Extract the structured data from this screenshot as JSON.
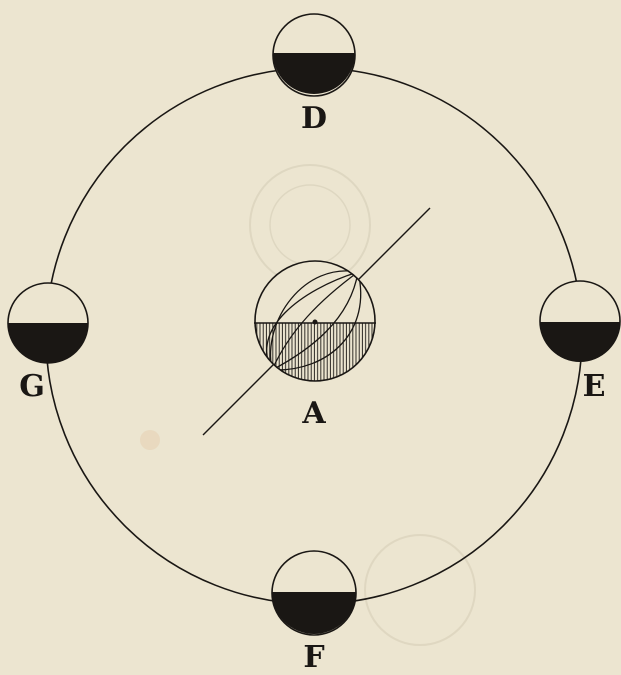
{
  "figure": {
    "center_label": "A",
    "labels": {
      "top": "D",
      "right": "E",
      "bottom": "F",
      "left": "G"
    }
  },
  "colors": {
    "paper": "#ece5d0",
    "ink": "#1a1714"
  }
}
